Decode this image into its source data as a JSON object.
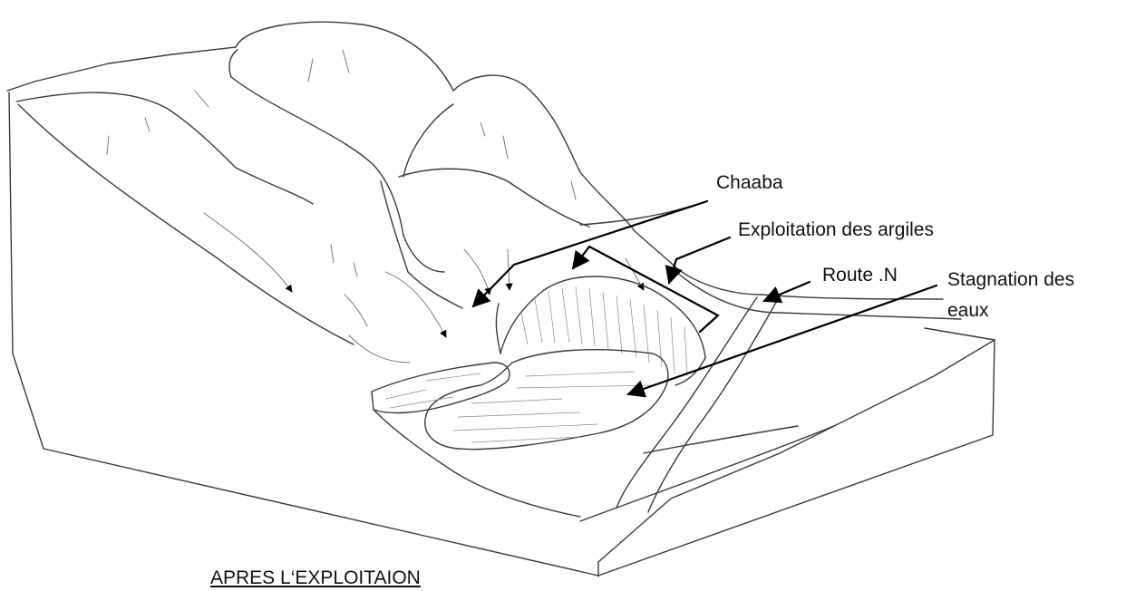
{
  "labels": {
    "chaaba": "Chaaba",
    "exploitation": "Exploitation des argiles",
    "route": "Route .N",
    "stagnation_line1": "Stagnation des",
    "stagnation_line2": "eaux"
  },
  "caption": "APRES  L‘EXPLOITAION"
}
